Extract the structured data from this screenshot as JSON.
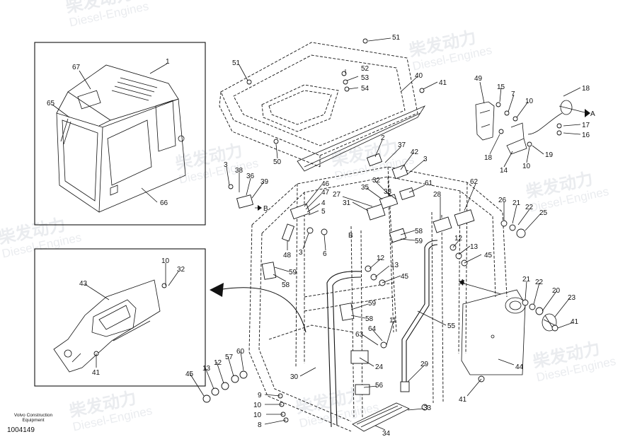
{
  "watermark": {
    "cn": "柴发动力",
    "en": "Diesel-Engines"
  },
  "footer": {
    "brand_line1": "Volvo Construction",
    "brand_line2": "Equipment",
    "drawing_code": "1004149"
  },
  "arrow_labels": {
    "A": "A",
    "B": "B"
  },
  "callouts": [
    "1",
    "67",
    "65",
    "66",
    "43",
    "10",
    "32",
    "41",
    "51",
    "51",
    "52",
    "53",
    "54",
    "40",
    "41",
    "50",
    "49",
    "15",
    "7",
    "10",
    "18",
    "17",
    "16",
    "18",
    "14",
    "10",
    "19",
    "3",
    "38",
    "36",
    "39",
    "46",
    "47",
    "4",
    "5",
    "2",
    "37",
    "42",
    "3",
    "35",
    "32",
    "33",
    "27",
    "31",
    "61",
    "62",
    "28",
    "26",
    "21",
    "22",
    "25",
    "48",
    "3",
    "6",
    "58",
    "59",
    "59",
    "58",
    "12",
    "13",
    "45",
    "12",
    "13",
    "45",
    "59",
    "58",
    "63",
    "64",
    "11",
    "55",
    "21",
    "22",
    "20",
    "23",
    "41",
    "44",
    "45",
    "13",
    "12",
    "57",
    "60",
    "30",
    "24",
    "56",
    "29",
    "9",
    "10",
    "10",
    "8",
    "33",
    "34",
    "41"
  ]
}
